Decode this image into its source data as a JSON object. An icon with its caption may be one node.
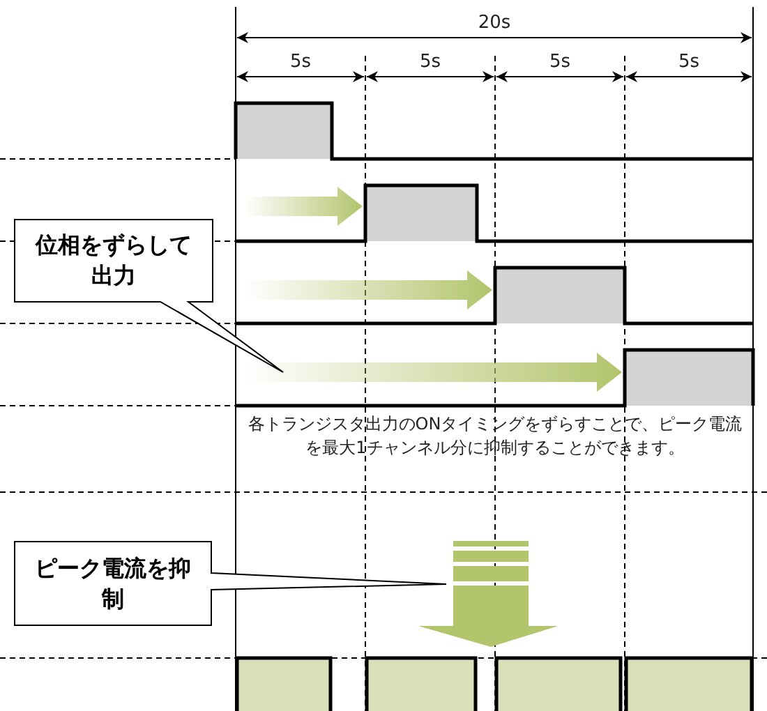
{
  "diagram": {
    "nodes": [
      {
        "text": [
          "位相をずらして出力"
        ]
      },
      {
        "text": [
          "ピーク電流を抑制"
        ]
      }
    ],
    "labels": [
      "20s",
      "5s",
      "5s",
      "5s",
      "5s",
      "各トランジスタ出力のONタイミングをずらすことで、ピーク電流を最大1チャンネル分に抑制することができます。"
    ]
  }
}
